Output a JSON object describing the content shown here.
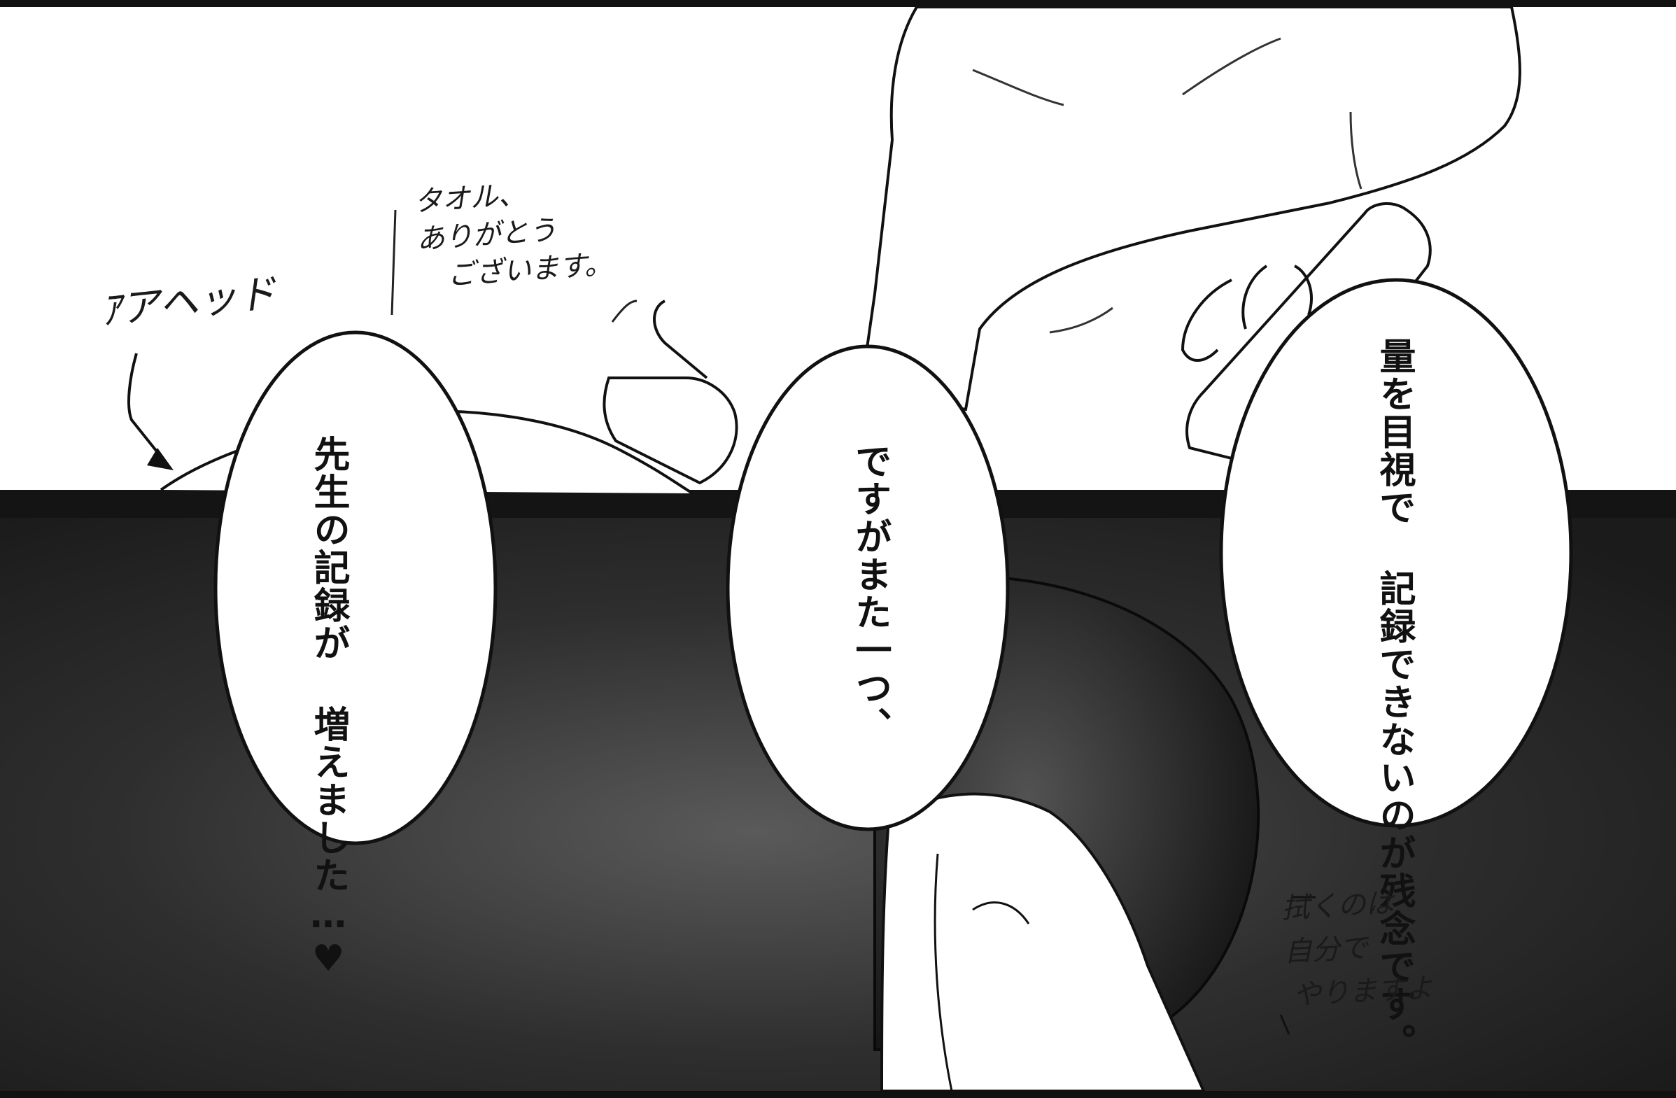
{
  "colors": {
    "ink": "#111111",
    "paper": "#ffffff",
    "dark_fill": "#2a2a2a",
    "band": "#141414"
  },
  "bubbles": {
    "left": {
      "col1": "先生の記録が",
      "col2": "増えました…♥"
    },
    "middle": {
      "col1": "ですがまた一つ、"
    },
    "right": {
      "col1": "量を目視で",
      "col2": "記録できないのが残念です。"
    }
  },
  "notes": {
    "label": "ｱアヘッド",
    "towel_line1": "タオル、",
    "towel_line2": "ありがとう",
    "towel_line3": "ございます。",
    "wipe_line1": "拭くのは",
    "wipe_line2": "自分で",
    "wipe_line3": "やりますよ"
  }
}
